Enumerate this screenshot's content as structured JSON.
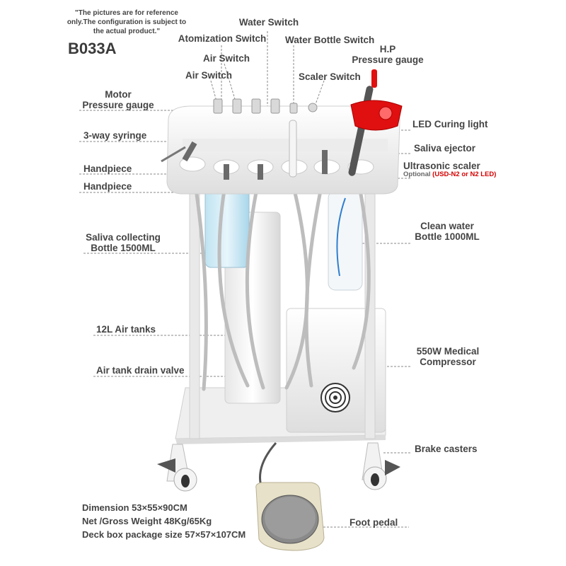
{
  "note": "\"The pictures are for reference only.The configuration is subject to the actual product.\"",
  "model": "B033A",
  "labels": {
    "water_switch": "Water Switch",
    "atomization_switch": "Atomization Switch",
    "water_bottle_switch": "Water Bottle Switch",
    "air_switch_1": "Air Switch",
    "air_switch_2": "Air Switch",
    "hp_pressure_1": "H.P",
    "hp_pressure_2": "Pressure gauge",
    "scaler_switch": "Scaler Switch",
    "motor_pressure_1": "Motor",
    "motor_pressure_2": "Pressure gauge",
    "led_curing": "LED Curing light",
    "three_way_syringe": "3-way syringe",
    "saliva_ejector": "Saliva ejector",
    "handpiece_1": "Handpiece",
    "handpiece_2": "Handpiece",
    "ultrasonic_scaler": "Ultrasonic scaler",
    "optional_prefix": "Optional",
    "optional_value": "(USD-N2 or N2 LED)",
    "saliva_bottle_1": "Saliva collecting",
    "saliva_bottle_2": "Bottle 1500ML",
    "clean_water_1": "Clean water",
    "clean_water_2": "Bottle 1000ML",
    "air_tanks": "12L Air tanks",
    "compressor_1": "550W Medical",
    "compressor_2": "Compressor",
    "drain_valve": "Air tank drain valve",
    "brake_casters": "Brake casters",
    "foot_pedal": "Foot pedal"
  },
  "specs": {
    "dimension": "Dimension 53×55×90CM",
    "weight": "Net /Gross Weight 48Kg/65Kg",
    "package": "Deck box package size 57×57×107CM"
  },
  "colors": {
    "label_text": "#444444",
    "optional_red": "#d40000",
    "leader_line": "#888888",
    "curing_light": "#e01010",
    "body_white": "#f2f2f2"
  }
}
